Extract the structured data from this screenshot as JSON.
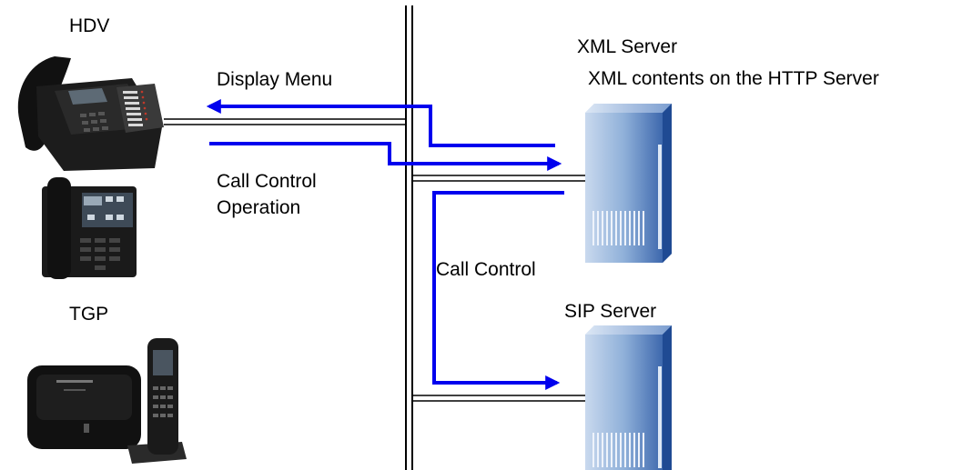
{
  "labels": {
    "hdv": "HDV",
    "tgp": "TGP",
    "display_menu": "Display Menu",
    "call_control_operation_line1": "Call Control",
    "call_control_operation_line2": "Operation",
    "call_control": "Call Control",
    "xml_server": "XML Server",
    "xml_server_desc": "XML contents on the HTTP Server",
    "sip_server": "SIP Server"
  },
  "colors": {
    "arrow": "#0000ee",
    "server_light": "#b7cde8",
    "server_dark": "#2f5ea8",
    "phone_body": "#1a1a1a"
  },
  "icons": {
    "hdv_phone_1": "desk-phone-icon",
    "hdv_phone_2": "touchscreen-desk-phone-icon",
    "tgp_base": "dect-base-station-icon",
    "tgp_handset": "dect-handset-icon",
    "xml_server": "server-icon",
    "sip_server": "server-icon"
  }
}
